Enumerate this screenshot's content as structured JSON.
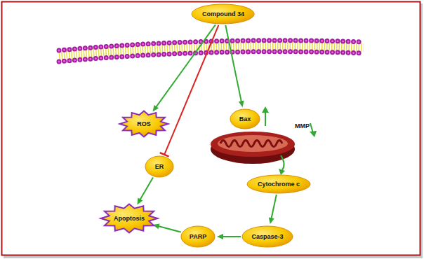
{
  "diagram": {
    "nodes": [
      {
        "text": [
          "Compound 34"
        ]
      },
      {
        "text": [
          "ROS"
        ]
      },
      {
        "text": [
          "Bax"
        ]
      },
      {
        "text": [
          "ER"
        ]
      },
      {
        "text": [
          "Cytochrome c"
        ]
      },
      {
        "text": [
          "Apoptosis"
        ]
      },
      {
        "text": [
          "PARP"
        ]
      },
      {
        "text": [
          "Caspase-3"
        ]
      }
    ],
    "edges": [
      {
        "from": 0,
        "to": 1,
        "arrow": "to"
      },
      {
        "from": 0,
        "to": 3,
        "arrow": "to"
      },
      {
        "from": 0,
        "to": 2,
        "arrow": "to"
      },
      {
        "from": 3,
        "to": 5,
        "arrow": "to"
      },
      {
        "from": 4,
        "to": 7,
        "arrow": "to"
      },
      {
        "from": 7,
        "to": 6,
        "arrow": "to"
      },
      {
        "from": 6,
        "to": 5,
        "arrow": "to"
      }
    ],
    "labels": [
      "MMP"
    ]
  }
}
